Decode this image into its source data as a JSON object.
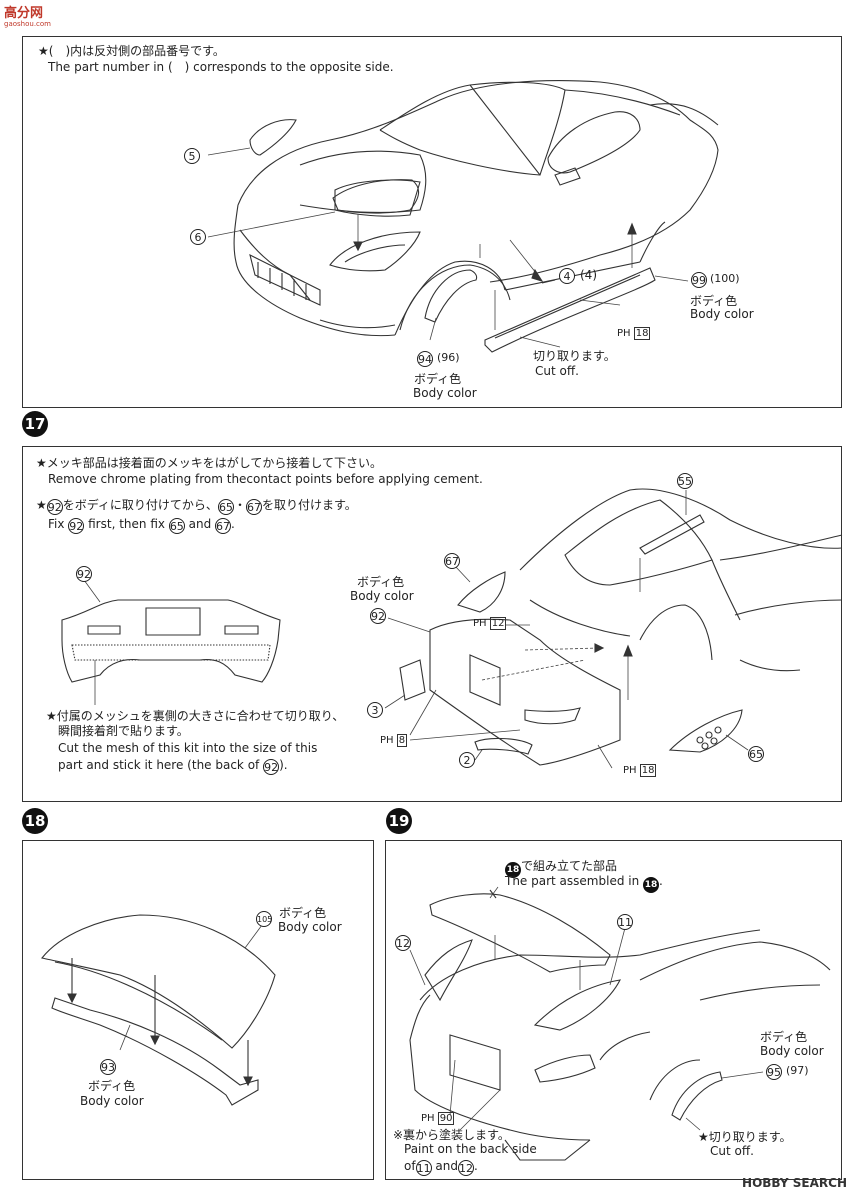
{
  "watermark": {
    "site_logo": "高分网",
    "site_url": "gaoshou.com",
    "footer": "HOBBY SEARCH"
  },
  "panel16": {
    "note_jp": "★(　)内は反対側の部品番号です。",
    "note_en": "The part number in (　) corresponds to the opposite side.",
    "parts": {
      "p5": "5",
      "p6": "6",
      "p4": "4",
      "p4b": "(4)",
      "p99": "99",
      "p100": "(100)",
      "p94": "94",
      "p96": "(96)",
      "ph": "PH",
      "ph_no": "18"
    },
    "body_color_jp": "ボディ色",
    "body_color_en": "Body color",
    "cut_jp": "切り取ります。",
    "cut_en": "Cut off."
  },
  "panel17": {
    "step": "17",
    "note1_jp": "★メッキ部品は接着面のメッキをはがしてから接着して下さい。",
    "note1_en": "Remove chrome plating from thecontact points before applying cement.",
    "note2_jp_a": "★",
    "note2_jp_b": "をボディに取り付けてから、",
    "note2_jp_c": "・",
    "note2_jp_d": "を取り付けます。",
    "note2_en_a": "Fix",
    "note2_en_b": "first, then fix",
    "note2_en_c": "and",
    "p92": "92",
    "p65": "65",
    "p67": "67",
    "p55": "55",
    "p3": "3",
    "p2": "2",
    "ph12": "12",
    "ph8": "8",
    "ph18": "18",
    "ph": "PH",
    "body_color_jp": "ボディ色",
    "body_color_en": "Body color",
    "mesh_jp1": "★付属のメッシュを裏側の大きさに合わせて切り取り、",
    "mesh_jp2": "瞬間接着剤で貼ります。",
    "mesh_en1": "Cut the mesh of this kit into the size of this",
    "mesh_en2": "part and stick it here (the back of",
    "mesh_en3": ")."
  },
  "panel18": {
    "step": "18",
    "p105": "105",
    "p93": "93",
    "body_color_jp": "ボディ色",
    "body_color_en": "Body color"
  },
  "panel19": {
    "step": "19",
    "assembled_jp": "で組み立てた部品",
    "assembled_en": "The part assembled in",
    "p18": "18",
    "p11": "11",
    "p12": "12",
    "p95": "95",
    "p97": "(97)",
    "ph": "PH",
    "ph90": "90",
    "body_color_jp": "ボディ色",
    "body_color_en": "Body color",
    "paint_jp": "※裏から塗装します。",
    "paint_en1": "Paint on the back side",
    "paint_en2_a": "of",
    "paint_en2_b": "and",
    "cut_jp": "★切り取ります。",
    "cut_en": "Cut off."
  }
}
